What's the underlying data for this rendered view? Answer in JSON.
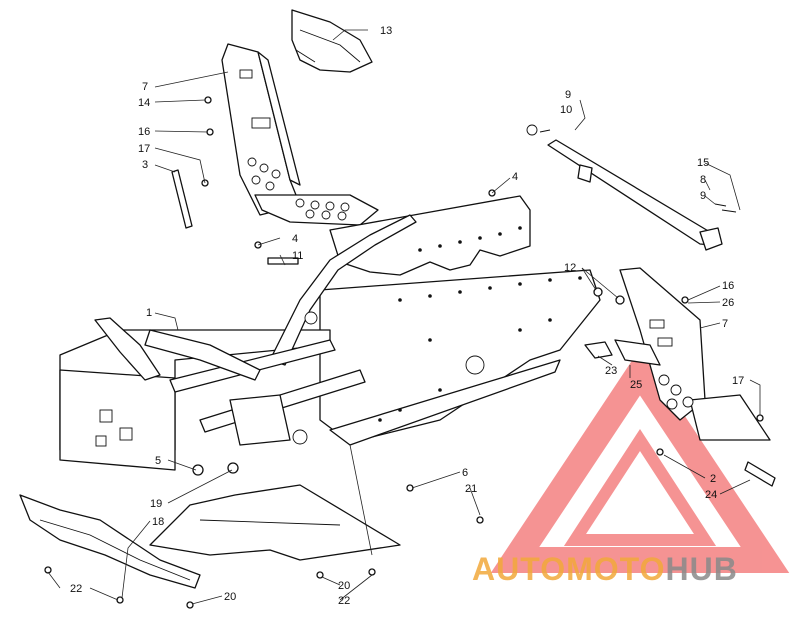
{
  "callouts": [
    {
      "label": "13"
    },
    {
      "label": "7"
    },
    {
      "label": "14"
    },
    {
      "label": "16"
    },
    {
      "label": "17"
    },
    {
      "label": "3"
    },
    {
      "label": "4"
    },
    {
      "label": "11"
    },
    {
      "label": "1"
    },
    {
      "label": "9"
    },
    {
      "label": "10"
    },
    {
      "label": "4"
    },
    {
      "label": "15"
    },
    {
      "label": "8"
    },
    {
      "label": "9"
    },
    {
      "label": "12"
    },
    {
      "label": "16"
    },
    {
      "label": "26"
    },
    {
      "label": "7"
    },
    {
      "label": "23"
    },
    {
      "label": "25"
    },
    {
      "label": "17"
    },
    {
      "label": "2"
    },
    {
      "label": "24"
    },
    {
      "label": "5"
    },
    {
      "label": "19"
    },
    {
      "label": "6"
    },
    {
      "label": "21"
    },
    {
      "label": "18"
    },
    {
      "label": "22"
    },
    {
      "label": "20"
    },
    {
      "label": "20"
    },
    {
      "label": "22"
    }
  ],
  "watermark": {
    "part1": "AUTO",
    "part2": "MOTO",
    "part3": "HUB",
    "colors": {
      "triangle": "#ee3b3b",
      "part1": "#f2a93b",
      "part2": "#f2a93b",
      "part3": "#8a8a8a"
    }
  }
}
